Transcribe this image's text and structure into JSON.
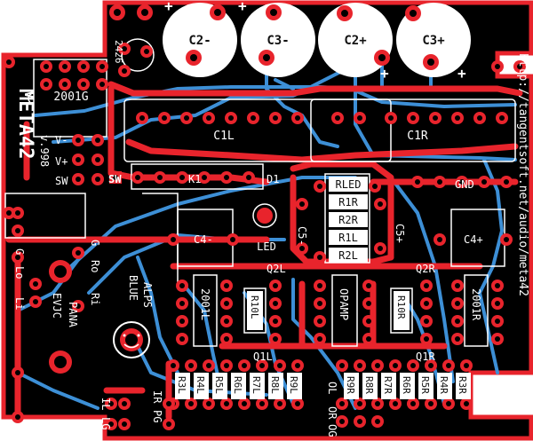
{
  "board": {
    "title": "META42",
    "version": "v.998",
    "url": "http://tangentsoft.net/audio/meta42",
    "colors": {
      "board": "#000000",
      "top_copper": "#e8242c",
      "bottom_copper": "#3d8fd6",
      "pad": "#e8242c",
      "drill": "#000000",
      "silk": "#ffffff",
      "pad_label_bg": "#ffffff"
    }
  },
  "labels": {
    "c2m": "C2-",
    "c3m": "C3-",
    "c2p": "C2+",
    "c3p": "C3+",
    "c1l": "C1L",
    "c1r": "C1R",
    "c4m": "C4-",
    "c4p": "C4+",
    "c5m": "C5-",
    "c5p": "C5+",
    "d1": "D1",
    "k1": "K1",
    "led": "LED",
    "gnd": "GND",
    "rled": "RLED",
    "r1r": "R1R",
    "r2r": "R2R",
    "r1l": "R1L",
    "r2l": "R2L",
    "q2l": "Q2L",
    "q2r": "Q2R",
    "q1l": "Q1L",
    "q1r": "Q1R",
    "ic_left": "2001L",
    "ic_right": "2001R",
    "ic_top": "2001G",
    "opamp": "OPAMP",
    "r10l": "R10L",
    "r10r": "R10R",
    "reg": "2426",
    "v_minus": "V-",
    "v_plus": "V+",
    "sw": "SW",
    "sw2": "SW",
    "g_left": "G",
    "lo": "Lo",
    "li": "Li",
    "g_right": "G",
    "ro": "Ro",
    "ri": "Ri",
    "pana": "PANA",
    "evjc": "EVJC",
    "alps": "ALPS",
    "blue": "BLUE",
    "ir": "IR",
    "pg": "PG",
    "il": "IL",
    "lg": "LG",
    "ol": "OL",
    "og": "OG",
    "or": "OR",
    "plus1": "+",
    "plus2": "+",
    "plus3": "+",
    "plus4": "+",
    "r_left": [
      "R3L",
      "R4L",
      "R5L",
      "R6L",
      "R7L",
      "R8L",
      "R9L"
    ],
    "r_right": [
      "R9R",
      "R8R",
      "R7R",
      "R6R",
      "R5R",
      "R4R",
      "R3R"
    ]
  }
}
